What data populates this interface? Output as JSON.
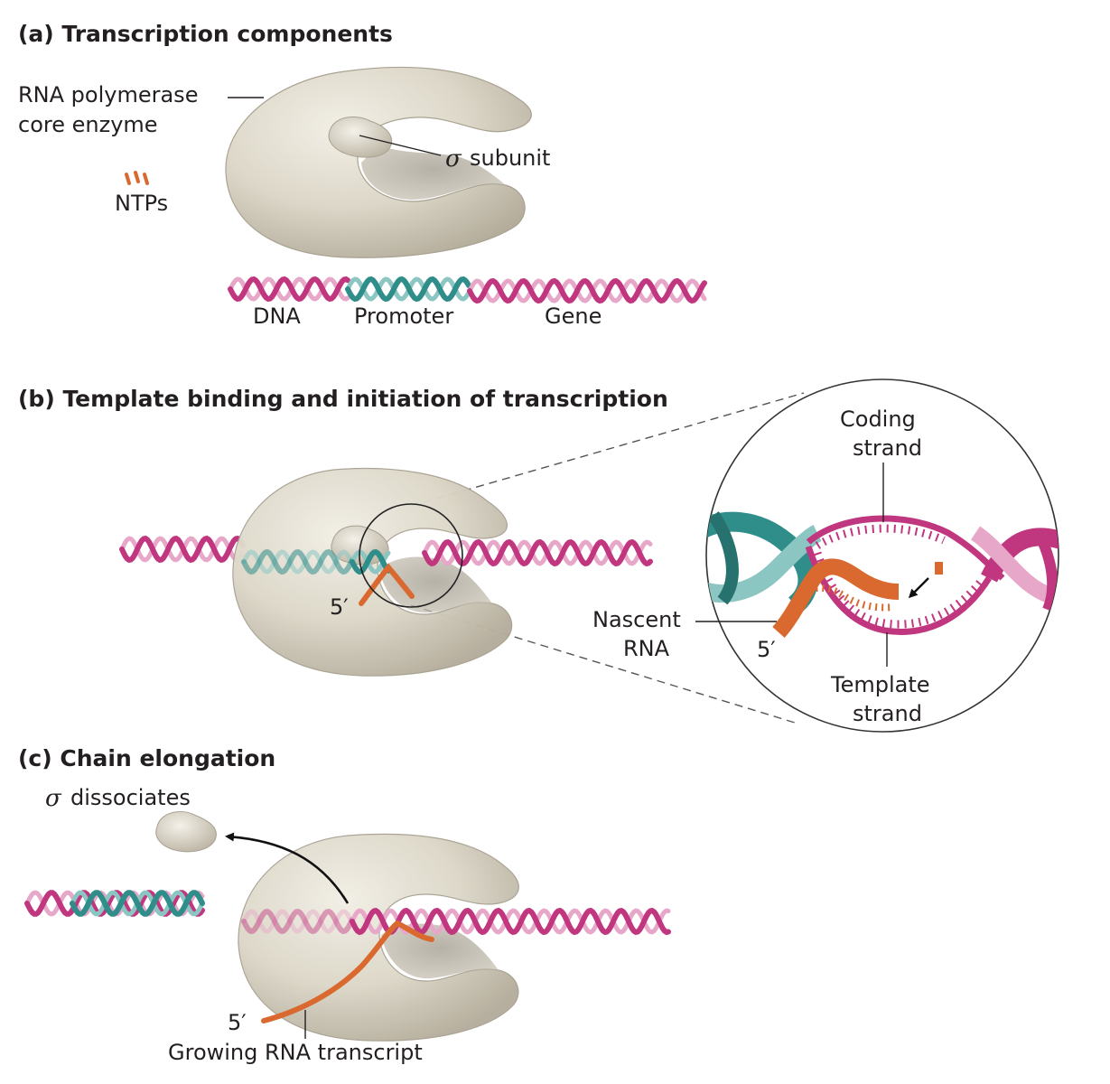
{
  "panel_a": {
    "heading": "(a) Transcription components",
    "polymerase_label_line1": "RNA polymerase",
    "polymerase_label_line2": "core enzyme",
    "sigma_symbol": "σ",
    "sigma_label": "subunit",
    "ntps_label": "NTPs",
    "dna_label": "DNA",
    "promoter_label": "Promoter",
    "gene_label": "Gene"
  },
  "panel_b": {
    "heading": "(b) Template binding and initiation of transcription",
    "five_prime": "5′",
    "coding_line1": "Coding",
    "coding_line2": "strand",
    "nascent_line1": "Nascent",
    "nascent_line2": "RNA",
    "inset_five_prime": "5′",
    "template_line1": "Template",
    "template_line2": "strand"
  },
  "panel_c": {
    "heading": "(c) Chain elongation",
    "sigma_symbol": "σ",
    "sigma_label": "dissociates",
    "five_prime": "5′",
    "transcript_label": "Growing RNA transcript"
  },
  "colors": {
    "dna_strand": "#c0367f",
    "dna_light": "#e7a7c8",
    "promoter_strand": "#2f8d8a",
    "promoter_light": "#8cc6c3",
    "rna": "#d9692f",
    "enzyme": "#dcd7c8",
    "enzyme_shadow": "#a9a292"
  }
}
